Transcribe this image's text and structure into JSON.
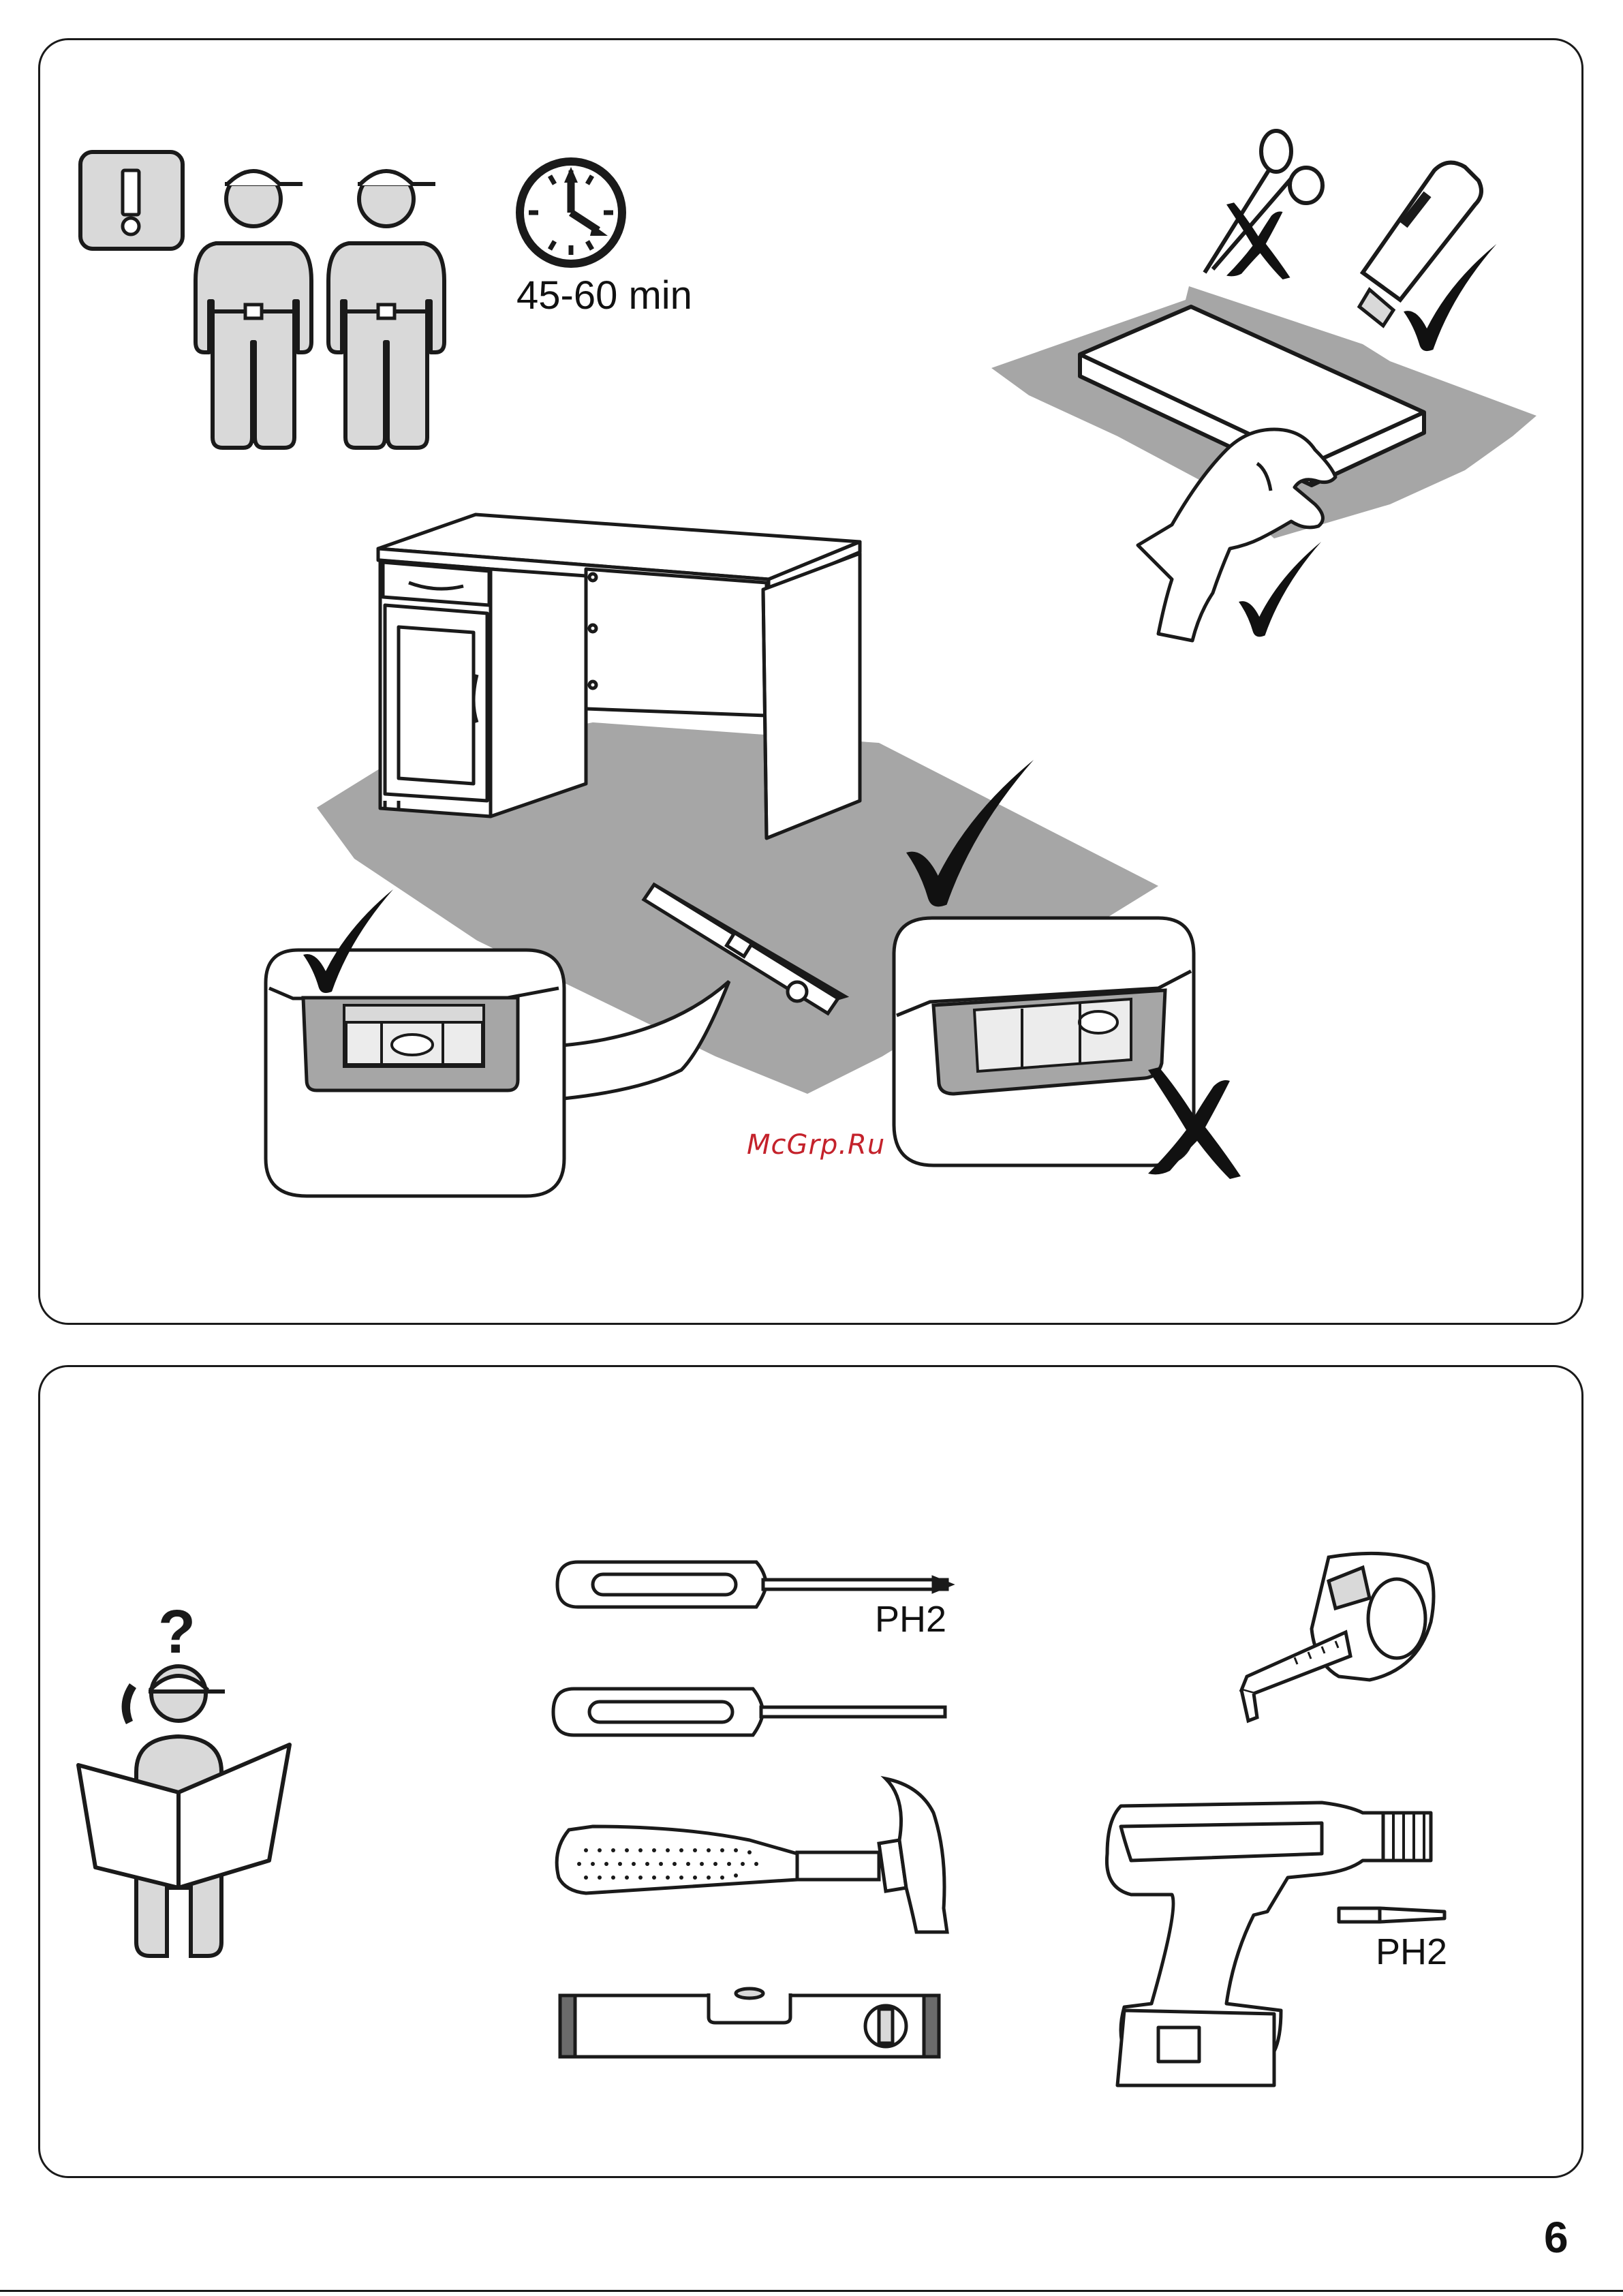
{
  "page": {
    "number": "6",
    "watermark": "McGrp.Ru"
  },
  "assembly_requirements": {
    "warning_icon": "exclamation-icon",
    "people_required": 2,
    "person_icon": "worker-icon",
    "clock_icon": "clock-icon",
    "time_label": "45-60 min",
    "cutting_tools": [
      {
        "name": "scissors",
        "icon": "scissors-icon",
        "status": "not-allowed"
      },
      {
        "name": "utility-knife",
        "icon": "utility-knife-icon",
        "status": "allowed"
      }
    ],
    "floor_protection": {
      "icon": "protective-sheet-icon",
      "status": "allowed"
    },
    "level_check": [
      {
        "condition": "level",
        "status": "allowed"
      },
      {
        "condition": "not-level",
        "status": "not-allowed"
      }
    ]
  },
  "tools": {
    "help_icon": "help-manual-icon",
    "items": [
      {
        "name": "phillips-screwdriver",
        "icon": "phillips-screwdriver-icon",
        "label": "PH2"
      },
      {
        "name": "flat-screwdriver",
        "icon": "flat-screwdriver-icon"
      },
      {
        "name": "hammer",
        "icon": "hammer-icon"
      },
      {
        "name": "spirit-level",
        "icon": "spirit-level-icon"
      },
      {
        "name": "tape-measure",
        "icon": "tape-measure-icon"
      },
      {
        "name": "cordless-drill",
        "icon": "drill-icon",
        "label": "PH2"
      }
    ]
  },
  "colors": {
    "line": "#1a1a1a",
    "gray_sheet": "#a6a6a6",
    "light_gray": "#d9d9d9",
    "watermark": "#c4222b"
  }
}
